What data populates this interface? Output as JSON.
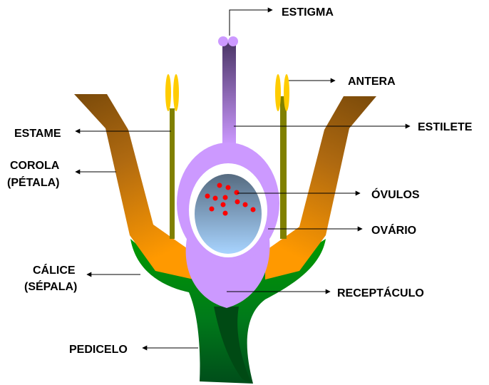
{
  "labels": {
    "estigma": "ESTIGMA",
    "antera": "ANTERA",
    "estame": "ESTAME",
    "estilete": "ESTILETE",
    "corola_line1": "COROLA",
    "corola_line2": "(PÉTALA)",
    "ovulos": "ÓVULOS",
    "ovario": "OVÁRIO",
    "calice_line1": "CÁLICE",
    "calice_line2": "(SÉPALA)",
    "receptaculo": "RECEPTÁCULO",
    "pedicelo": "PEDICELO"
  },
  "colors": {
    "sepal_green": "#008000",
    "sepal_dark": "#005a10",
    "petal_orange": "#ff9900",
    "petal_brown": "#7a4a0a",
    "pistil_lilac": "#cc99ff",
    "style_purple": "#5a3a7a",
    "stamen_olive": "#808000",
    "anther_yellow": "#ffcc00",
    "ovary_blue": "#99ccff",
    "ovary_steel": "#5a6f85",
    "ovule_red": "#ff0000"
  }
}
